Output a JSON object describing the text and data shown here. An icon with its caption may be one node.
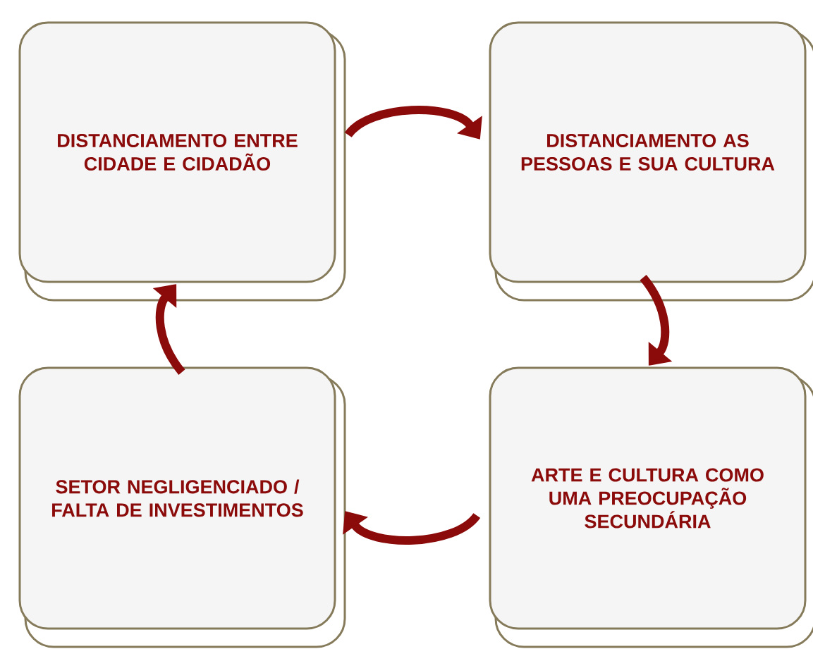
{
  "diagram": {
    "nodes": [
      {
        "text": [
          "DISTANCIAMENTO ENTRE CIDADE E CIDADÃO"
        ]
      },
      {
        "text": [
          "DISTANCIAMENTO AS PESSOAS E SUA CULTURA"
        ]
      },
      {
        "text": [
          "SETOR NEGLIGENCIADO / FALTA DE INVESTIMENTOS"
        ]
      },
      {
        "text": [
          "ARTE E CULTURA COMO UMA PREOCUPAÇÃO SECUNDÁRIA"
        ]
      }
    ],
    "edges": [
      {
        "from": 0,
        "to": 1,
        "arrow": "to"
      },
      {
        "from": 1,
        "to": 3,
        "arrow": "to"
      },
      {
        "from": 3,
        "to": 2,
        "arrow": "to"
      },
      {
        "from": 2,
        "to": 0,
        "arrow": "to"
      }
    ]
  }
}
